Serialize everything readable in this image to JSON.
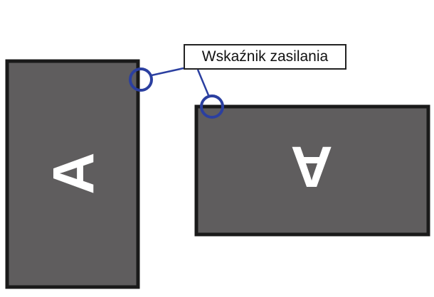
{
  "callout": {
    "label": "Wskaźnik zasilania"
  },
  "monitors": [
    {
      "name": "portrait",
      "letter": "A"
    },
    {
      "name": "landscape",
      "letter": "A"
    }
  ],
  "colors": {
    "panel_fill": "#5f5d5e",
    "panel_border": "#1a1a1a",
    "letter": "#ffffff",
    "indicator_circle": "#2b3fa0",
    "leader_line": "#2b3fa0"
  },
  "icons": {
    "power_indicator": "power-indicator-circle-icon"
  }
}
